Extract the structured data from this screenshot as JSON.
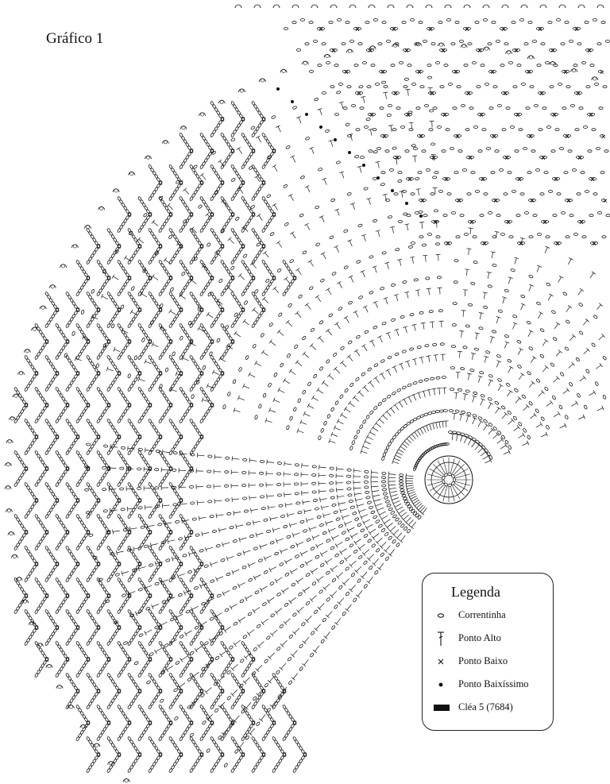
{
  "title": "Gráfico 1",
  "legend": {
    "title": "Legenda",
    "items": [
      {
        "symbol": "chain-stitch-icon",
        "label": "Correntinha"
      },
      {
        "symbol": "double-crochet-icon",
        "label": "Ponto Alto"
      },
      {
        "symbol": "single-crochet-icon",
        "label": "Ponto Baixo"
      },
      {
        "symbol": "slip-stitch-icon",
        "label": "Ponto Baixíssimo"
      },
      {
        "symbol": "thread-swatch-icon",
        "label": "Cléa 5 (7684)"
      }
    ]
  },
  "colors": {
    "ink": "#111111",
    "background": "#ffffff",
    "thread": "#111111"
  }
}
